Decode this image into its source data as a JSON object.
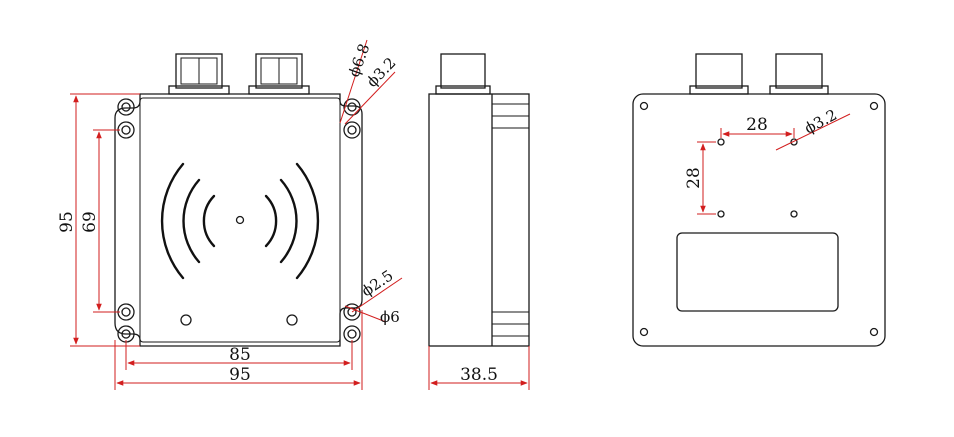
{
  "front_view": {
    "dim_height_outer": "95",
    "dim_height_inner": "69",
    "dim_width_inner": "85",
    "dim_width_outer": "95",
    "dim_hole_top_outer": "ϕ6.8",
    "dim_hole_top_inner": "ϕ3.2",
    "dim_hole_bottom_inner": "ϕ2.5",
    "dim_hole_bottom_outer": "ϕ6"
  },
  "side_view": {
    "dim_depth": "38.5"
  },
  "back_view": {
    "dim_hole_spacing_x": "28",
    "dim_hole_spacing_y": "28",
    "dim_hole_diameter": "ϕ3.2"
  },
  "colors": {
    "outline": "#1a1a1a",
    "dimension": "#d21e1e"
  }
}
